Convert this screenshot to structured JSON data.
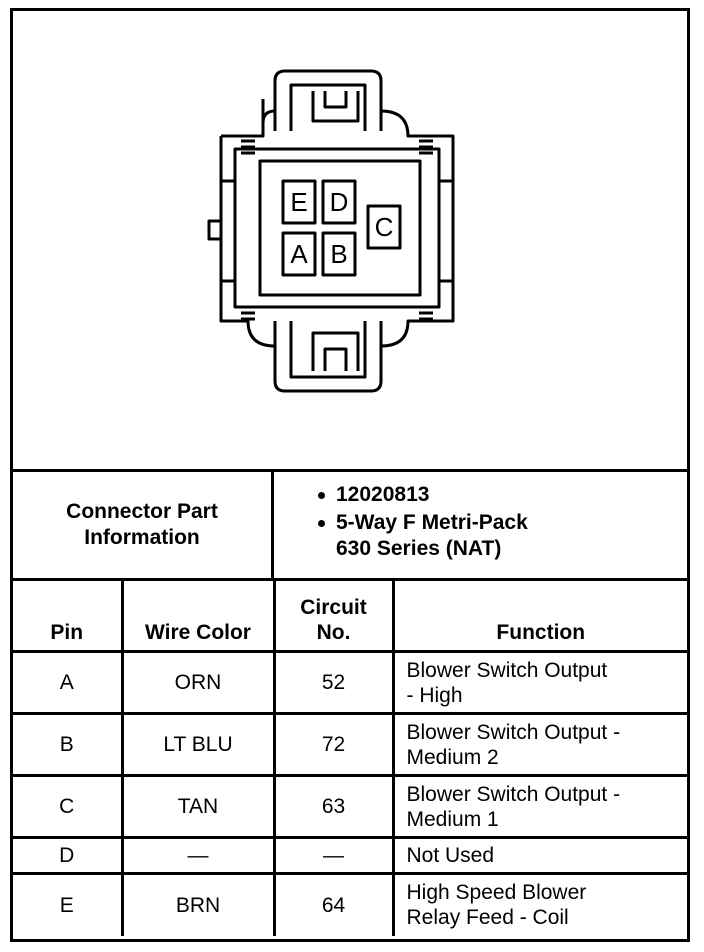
{
  "diagram": {
    "pin_labels": [
      "E",
      "D",
      "C",
      "A",
      "B"
    ]
  },
  "connector_info": {
    "label": "Connector Part\nInformation",
    "items": [
      "12020813",
      "5-Way F Metri-Pack\n630 Series (NAT)"
    ]
  },
  "table": {
    "headers": [
      "Pin",
      "Wire Color",
      "Circuit\nNo.",
      "Function"
    ],
    "rows": [
      {
        "pin": "A",
        "color": "ORN",
        "circuit": "52",
        "function": "Blower Switch Output\n- High"
      },
      {
        "pin": "B",
        "color": "LT BLU",
        "circuit": "72",
        "function": "Blower Switch Output -\nMedium 2"
      },
      {
        "pin": "C",
        "color": "TAN",
        "circuit": "63",
        "function": "Blower Switch Output -\nMedium 1"
      },
      {
        "pin": "D",
        "color": "—",
        "circuit": "—",
        "function": "Not Used"
      },
      {
        "pin": "E",
        "color": "BRN",
        "circuit": "64",
        "function": "High Speed Blower\nRelay Feed - Coil"
      }
    ]
  }
}
